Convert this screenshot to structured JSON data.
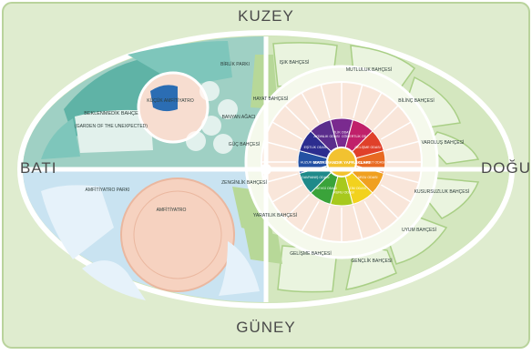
{
  "compass": {
    "north": "KUZEY",
    "south": "GÜNEY",
    "west": "BATI",
    "east": "DOĞU"
  },
  "colors": {
    "background": "#dfeccf",
    "frame_border": "#b9d39c",
    "ellipse_border": "#ffffff",
    "green_light": "#d4e7bf",
    "green_mid": "#a9cf86",
    "teal": "#6bbbb0",
    "teal_light": "#bfe2dd",
    "blue_dark": "#2b6db3",
    "blue_light": "#c9e3f1",
    "pink": "#f6d2c0",
    "pink_dark": "#eab79f"
  },
  "gardens": {
    "beklenmedik": "BEKLENMEDİK BAHÇE",
    "garden_unexpected": "(GARDEN OF THE UNEXPECTED)",
    "kucuk_amfi": "KÜÇÜK AMFİTİYATRO",
    "birlik": "BİRLİK PARKI",
    "hayat": "HAYAT BAHÇESİ",
    "banyan": "BANYAN AĞACI",
    "guc": "GÜÇ BAHÇESİ",
    "isik": "IŞIK BAHÇESİ",
    "mutluluk": "MUTLULUK BAHÇESİ",
    "bilinc": "BİLİNÇ BAHÇESİ",
    "varolus": "VAROLUŞ BAHÇESİ",
    "kusursuzluk": "KUSURSUZLUK BAHÇESİ",
    "uyum": "UYUM BAHÇESİ",
    "genclik": "GENÇLİK BAHÇESİ",
    "gelisme": "GELİŞME BAHÇESİ",
    "yaratilik": "YARATILIK BAHÇESİ",
    "zenginlik": "ZENGİNLİK BAHÇESİ",
    "amfi_parki": "AMFİTİYATRO PARKI",
    "amfitiyatro": "AMFİTİYATRO"
  },
  "center": {
    "label": "MATRİMANDIR YAPRAKLARI",
    "rooms": [
      {
        "name": "İYİLİK ODASI",
        "color": "#7a2a8f"
      },
      {
        "name": "CÖMERTLİK ODASI",
        "color": "#c0206a"
      },
      {
        "name": "GELİŞME ODASI",
        "color": "#e0402a"
      },
      {
        "name": "CESARET ODASI",
        "color": "#e86a22"
      },
      {
        "name": "ARZU ODASI",
        "color": "#f0a020"
      },
      {
        "name": "AZİM ODASI",
        "color": "#f2d21e"
      },
      {
        "name": "SURURU ODASI",
        "color": "#a7c91d"
      },
      {
        "name": "SEVGİ ODASI",
        "color": "#3aa33a"
      },
      {
        "name": "DAVRANIŞ ODASI",
        "color": "#1f8a8a"
      },
      {
        "name": "HUZUR ODASI",
        "color": "#2451a3"
      },
      {
        "name": "EŞİTLİK ODASI",
        "color": "#2c2d8f"
      },
      {
        "name": "AYDINLIK ODASI",
        "color": "#5a2d8c"
      }
    ]
  }
}
